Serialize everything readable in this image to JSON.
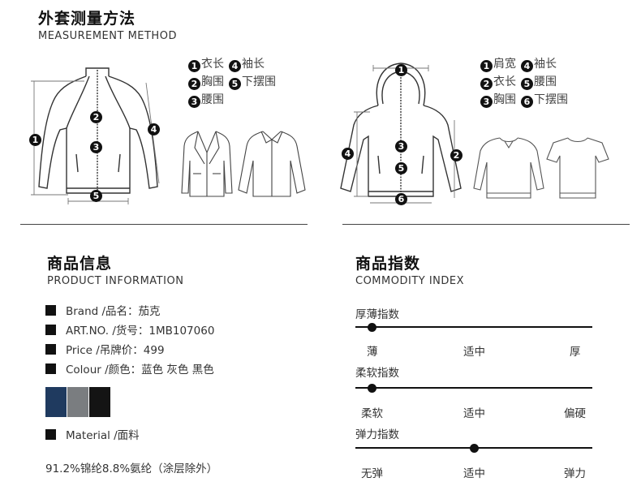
{
  "measurement": {
    "title_cn": "外套测量方法",
    "title_en": "MEASUREMENT METHOD",
    "left_legend": [
      {
        "num": "1",
        "label": "衣长"
      },
      {
        "num": "4",
        "label": "袖长"
      },
      {
        "num": "2",
        "label": "胸围"
      },
      {
        "num": "5",
        "label": "下摆围"
      },
      {
        "num": "3",
        "label": "腰围"
      }
    ],
    "right_legend": [
      {
        "num": "1",
        "label": "肩宽"
      },
      {
        "num": "4",
        "label": "袖长"
      },
      {
        "num": "2",
        "label": "衣长"
      },
      {
        "num": "5",
        "label": "腰围"
      },
      {
        "num": "3",
        "label": "胸围"
      },
      {
        "num": "6",
        "label": "下摆围"
      }
    ],
    "left_markers": [
      "1",
      "2",
      "3",
      "4",
      "5"
    ],
    "right_markers": [
      "1",
      "2",
      "3",
      "4",
      "5",
      "6"
    ]
  },
  "product": {
    "title_cn": "商品信息",
    "title_en": "PRODUCT INFORMATION",
    "brand": "Brand /品名：茄克",
    "art": "ART.NO. /货号：1MB107060",
    "price": "Price /吊牌价：499",
    "colour": "Colour /颜色：蓝色 灰色 黑色",
    "swatches": [
      "#1f3a5f",
      "#7a7d80",
      "#141414"
    ],
    "material": "Material /面料",
    "composition": "91.2%锦纶8.8%氨纶（涂层除外）"
  },
  "index": {
    "title_cn": "商品指数",
    "title_en": "COMMODITY INDEX",
    "items": [
      {
        "title": "厚薄指数",
        "labels": [
          "薄",
          "适中",
          "厚"
        ],
        "level": 0.07
      },
      {
        "title": "柔软指数",
        "labels": [
          "柔软",
          "适中",
          "偏硬"
        ],
        "level": 0.07
      },
      {
        "title": "弹力指数",
        "labels": [
          "无弹",
          "适中",
          "弹力"
        ],
        "level": 0.5
      }
    ]
  }
}
